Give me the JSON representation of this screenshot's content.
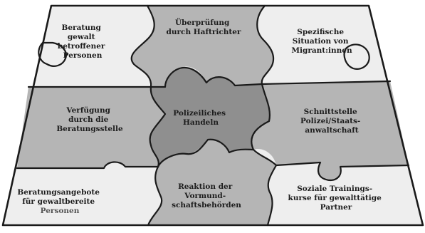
{
  "pieces": {
    "top_left": [
      "Beratung",
      "gewalt",
      "betroffener",
      "Personen"
    ],
    "top_center": [
      "Überprüfung",
      "durch Haftrichter"
    ],
    "top_right": [
      "Spezifische",
      "Situation von",
      "Migrant:innen"
    ],
    "middle_left": [
      "Verfügung",
      "durch die",
      "Beratungsstelle"
    ],
    "center": [
      "Polizeiliches",
      "Handeln"
    ],
    "middle_right": [
      "Schnittstelle",
      "Polizei/Staats-",
      "anwaltschaft"
    ],
    "bottom_left": [
      "Beratungsangebote",
      "für gewaltbereite",
      "Personen"
    ],
    "bottom_center": [
      "Reaktion der",
      "Vormund-",
      "schaftsbehörden"
    ],
    "bottom_right": [
      "Soziale Trainings-",
      "kurse für gewalttätige",
      "Partner"
    ]
  },
  "colors": {
    "light": "#eeeeee",
    "mid": "#b5b5b5",
    "dark": "#8f8f8f",
    "line": "#1a1a1a"
  }
}
